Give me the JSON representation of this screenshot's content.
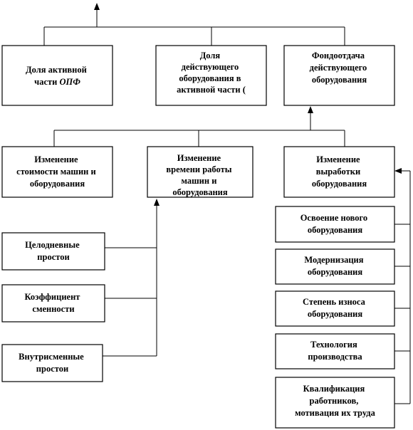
{
  "top": {
    "active_share": {
      "line1": "Доля активной",
      "line2_pre": "части ",
      "line2_em": "ОПФ"
    },
    "working_share": [
      "Доля",
      "действующего",
      "оборудования в",
      "активной части ("
    ],
    "capital_productivity": [
      "Фондоотдача",
      "действующего",
      "оборудования"
    ]
  },
  "middle": {
    "machine_cost_change": [
      "Изменение",
      "стоимости машин и",
      "оборудования"
    ],
    "work_time_change": [
      "Изменение",
      "времени работы",
      "машин и",
      "оборудования"
    ],
    "output_change": [
      "Изменение",
      "выработки",
      "оборудования"
    ]
  },
  "left_factors": {
    "full_day_downtime": [
      "Целодневные",
      "простои"
    ],
    "shift_coefficient": [
      "Коэффициент",
      "сменности"
    ],
    "intra_shift_downtime": [
      "Внутрисменные",
      "простои"
    ]
  },
  "right_factors": {
    "new_equipment_mastering": [
      "Освоение нового",
      "оборудования"
    ],
    "modernization": [
      "Модернизация",
      "оборудования"
    ],
    "wear_degree": [
      "Степень износа",
      "оборудования"
    ],
    "production_technology": [
      "Технология",
      "производства"
    ],
    "staff_qualification": [
      "Квалификация",
      "работников,",
      "мотивация их труда"
    ]
  }
}
